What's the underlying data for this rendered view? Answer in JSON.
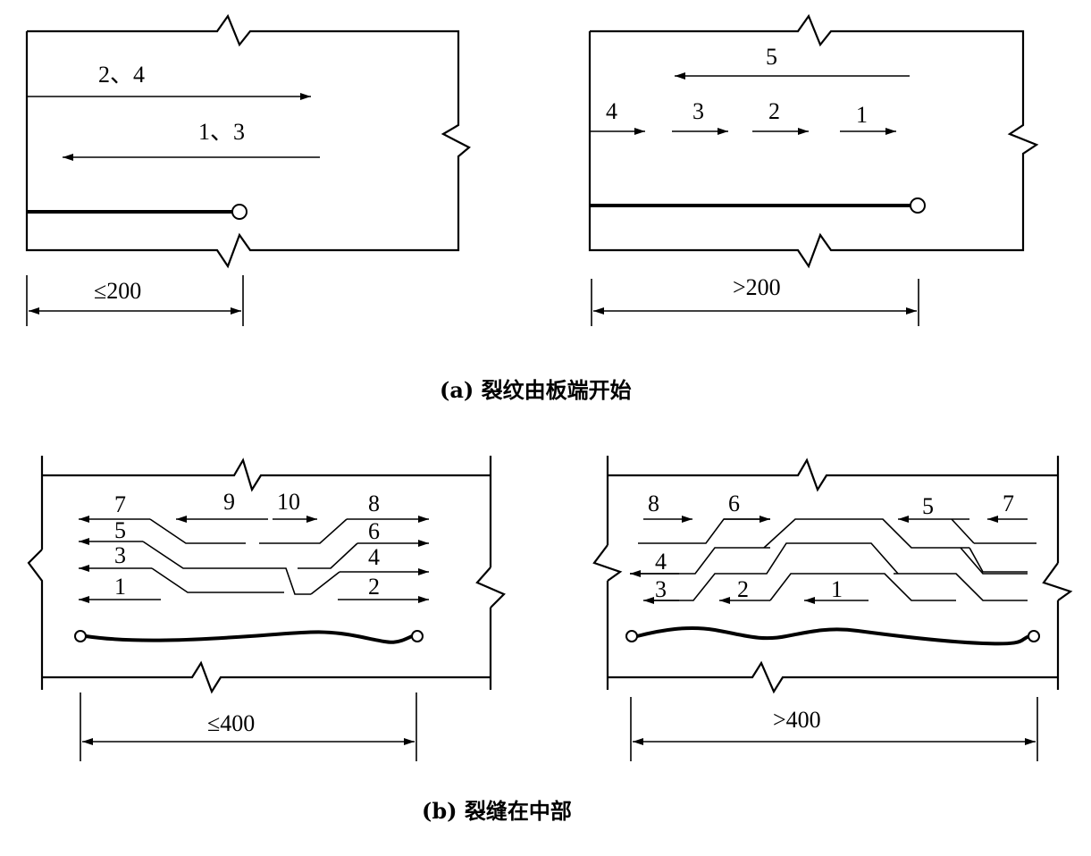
{
  "panels": {
    "a_left": {
      "labels": [
        "2、4",
        "1、3"
      ],
      "dimension": "≤200"
    },
    "a_right": {
      "labels": [
        "5",
        "4",
        "3",
        "2",
        "1"
      ],
      "dimension": ">200"
    },
    "b_left": {
      "labels": [
        "7",
        "9",
        "10",
        "8",
        "5",
        "6",
        "3",
        "4",
        "1",
        "2"
      ],
      "dimension": "≤400"
    },
    "b_right": {
      "labels": [
        "8",
        "6",
        "5",
        "7",
        "4",
        "3",
        "2",
        "1"
      ],
      "dimension": ">400"
    }
  },
  "captions": {
    "a": "(a) 裂纹由板端开始",
    "b": "(b) 裂缝在中部"
  }
}
